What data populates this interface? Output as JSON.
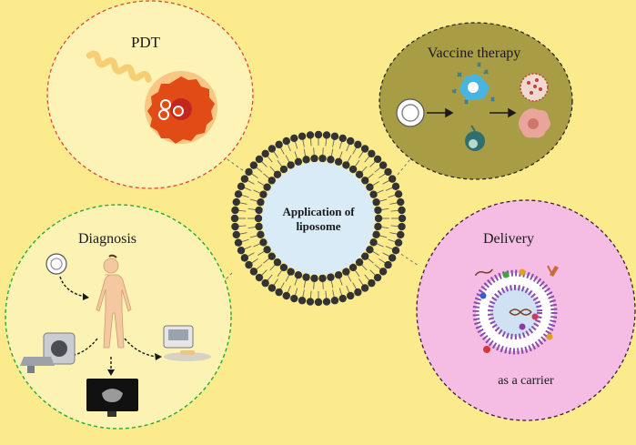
{
  "center": {
    "label_line1": "Application of",
    "label_line2": "liposome"
  },
  "panels": {
    "pdt": {
      "title": "PDT"
    },
    "vaccine": {
      "title": "Vaccine therapy"
    },
    "diagnosis": {
      "title": "Diagnosis"
    },
    "delivery": {
      "title": "Delivery",
      "caption": "as a carrier"
    }
  },
  "colors": {
    "background": "#fbeb8c",
    "pdt_fill": "#fdf3b6",
    "pdt_border": "#e2473d",
    "vaccine_fill": "#a89c44",
    "vaccine_border": "#1f1f1f",
    "diagnosis_fill": "#fbf2b4",
    "diagnosis_border": "#27a93a",
    "delivery_fill": "#f6bde4",
    "delivery_border": "#3a1d46",
    "liposome_core": "#d9ebf7",
    "lipid_head": "#333333"
  },
  "icons": [
    "light-beam-icon",
    "tumor-cell-icon",
    "liposome-icon",
    "dendritic-cell-icon",
    "t-cell-icon",
    "virus-icon",
    "damaged-cell-icon",
    "human-body-icon",
    "ct-scanner-icon",
    "monitor-icon",
    "ultrasound-device-icon",
    "dna-icon",
    "drug-molecule-icon"
  ]
}
